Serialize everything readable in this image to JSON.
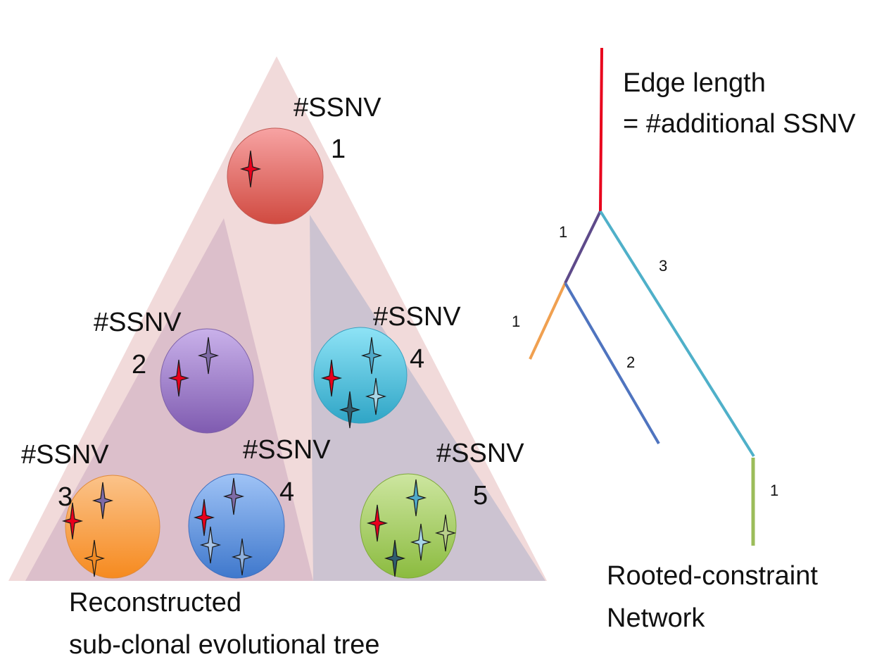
{
  "tree": {
    "caption_line1": "Reconstructed",
    "caption_line2": "sub-clonal evolutional tree",
    "nodes": [
      {
        "id": "top",
        "label": "#SSNV",
        "count": "1",
        "fill": "#e57373",
        "mutations": [
          {
            "color": "#e8001c"
          }
        ]
      },
      {
        "id": "purple",
        "label": "#SSNV",
        "count": "2",
        "fill": "#9b7cc4",
        "mutations": [
          {
            "color": "#e8001c"
          },
          {
            "color": "#7e6aa6"
          }
        ]
      },
      {
        "id": "cyan",
        "label": "#SSNV",
        "count": "4",
        "fill": "#3fb8d5",
        "mutations": [
          {
            "color": "#e8001c"
          },
          {
            "color": "#4fa9c9"
          },
          {
            "color": "#a8d6e6"
          },
          {
            "color": "#2e5c6e"
          }
        ]
      },
      {
        "id": "orange",
        "label": "#SSNV",
        "count": "3",
        "fill": "#f7a04c",
        "mutations": [
          {
            "color": "#e8001c"
          },
          {
            "color": "#7e6aa6"
          },
          {
            "color": "#f08a24"
          }
        ]
      },
      {
        "id": "blue",
        "label": "#SSNV",
        "count": "4",
        "fill": "#5a8fd8",
        "mutations": [
          {
            "color": "#e8001c"
          },
          {
            "color": "#7e6aa6"
          },
          {
            "color": "#a8c4e6"
          },
          {
            "color": "#8fb0dc"
          }
        ]
      },
      {
        "id": "green",
        "label": "#SSNV",
        "count": "5",
        "fill": "#9fc65a",
        "mutations": [
          {
            "color": "#e8001c"
          },
          {
            "color": "#4fa9c9"
          },
          {
            "color": "#a8d6e6"
          },
          {
            "color": "#b9cf8a"
          },
          {
            "color": "#2e5c6e"
          }
        ]
      }
    ]
  },
  "network": {
    "legend_line1": "Edge length",
    "legend_line2": "= #additional SSNV",
    "caption_line1": "Rooted-constraint",
    "caption_line2": "Network",
    "edges": [
      {
        "id": "root",
        "color": "#e8001c",
        "weight": ""
      },
      {
        "id": "left-upper",
        "color": "#5e4a8a",
        "weight": "1"
      },
      {
        "id": "right",
        "color": "#4fb0c9",
        "weight": "3"
      },
      {
        "id": "orange",
        "color": "#f0a050",
        "weight": "1"
      },
      {
        "id": "blue",
        "color": "#4f74bf",
        "weight": "2"
      },
      {
        "id": "green",
        "color": "#9cbd5a",
        "weight": "1"
      }
    ]
  }
}
